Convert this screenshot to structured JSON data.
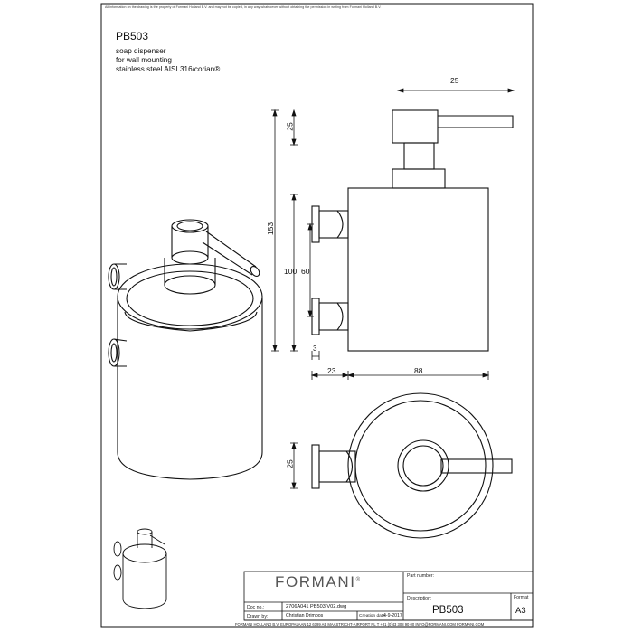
{
  "disclaimer": "All information on the drawing is the property of Formani Holland B.V. and may not be copied, in any way whatsoever without obtaining the permission in writing from Formani Holland B.V.",
  "product": {
    "code": "PB503",
    "desc1": "soap dispenser",
    "desc2": "for wall mounting",
    "desc3": "stainless steel AISI 316/corian®"
  },
  "dims": {
    "d25_top": "25",
    "d25_side": "25",
    "d153": "153",
    "d100": "100",
    "d60": "60",
    "d3": "3",
    "d23": "23",
    "d88": "88",
    "d25_bottom": "25"
  },
  "titleblock": {
    "logo": "FORMANI",
    "logo_mark": "®",
    "part_number_label": "Part number:",
    "description_label": "Description:",
    "description_value": "PB503",
    "format_label": "Format",
    "format_value": "A3",
    "doc_label": "Doc no.:",
    "doc_value": "2706A041 PB503 V02.dwg",
    "drawn_label": "Drawn by:",
    "drawn_value": "Christian Drimbos",
    "creation_label": "Creation date:",
    "creation_value": "4-9-2017",
    "footer": "FORMANI HOLLAND B.V.   EUROPALAAN 12  6199 AB MAASTRICHT-AIRPORT  NL  T +31 (0)43 308 90 00  INFO@FORMANI.COM  FORMANI.COM"
  }
}
